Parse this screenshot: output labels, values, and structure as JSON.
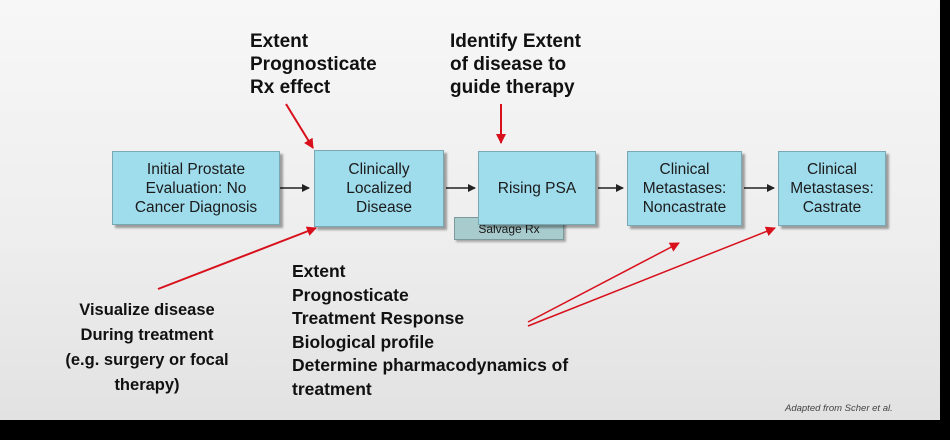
{
  "annotations": {
    "top_left": [
      "Extent",
      "Prognosticate",
      "Rx effect"
    ],
    "top_middle": [
      "Identify Extent",
      "of disease to",
      "guide therapy"
    ],
    "bottom_left": [
      "Visualize disease",
      "During treatment",
      "(e.g. surgery or focal",
      "therapy)"
    ],
    "bottom_list": [
      "Extent",
      "Prognosticate",
      "Treatment  Response",
      "Biological profile",
      "Determine pharmacodynamics of",
      "treatment"
    ]
  },
  "boxes": [
    {
      "lines": [
        "Initial Prostate",
        "Evaluation: No",
        "Cancer Diagnosis"
      ]
    },
    {
      "lines": [
        "Clinically",
        "Localized",
        "Disease"
      ]
    },
    {
      "lines": [
        "Rising PSA"
      ]
    },
    {
      "lines": [
        "Clinical",
        "Metastases:",
        "Noncastrate"
      ]
    },
    {
      "lines": [
        "Clinical",
        "Metastases:",
        "Castrate"
      ]
    }
  ],
  "salvage_label": "Salvage Rx",
  "credit": "Adapted from Scher et al.",
  "colors": {
    "box_fill": "#9fdcec",
    "annotation_arrow": "#d8101c",
    "flow_arrow": "#222222"
  }
}
